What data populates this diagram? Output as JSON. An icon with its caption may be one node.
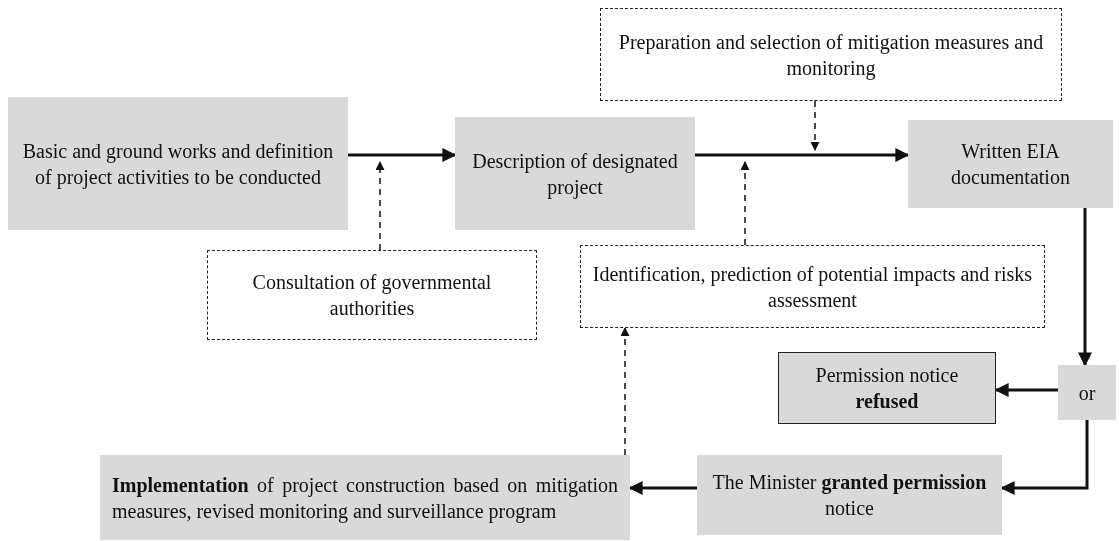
{
  "diagram": {
    "nodes": [
      {
        "text": [
          "Basic and ground works and definition of project activities to be conducted"
        ]
      },
      {
        "text": [
          "Description of designated project"
        ]
      },
      {
        "text": [
          "Preparation and selection of mitigation measures and monitoring"
        ]
      },
      {
        "text": [
          "Written EIA documentation"
        ]
      },
      {
        "text": [
          "Consultation of governmental authorities"
        ]
      },
      {
        "text": [
          "Identification, prediction of potential impacts and risks assessment"
        ]
      },
      {
        "text": [
          "or"
        ]
      },
      {
        "text": [
          "Permission notice **refused**"
        ]
      },
      {
        "text": [
          "The Minister **granted permission** notice"
        ]
      },
      {
        "text": [
          "**Implementation** of project construction based on mitigation measures, revised monitoring and surveillance program"
        ]
      }
    ],
    "edges": [
      {
        "from": 0,
        "to": 1,
        "arrow": "to"
      },
      {
        "from": 4,
        "to": null,
        "arrow": "to",
        "style": "dashed"
      },
      {
        "from": 1,
        "to": 3,
        "arrow": "to"
      },
      {
        "from": 2,
        "to": null,
        "arrow": "to",
        "style": "dashed"
      },
      {
        "from": 5,
        "to": null,
        "arrow": "to",
        "style": "dashed"
      },
      {
        "from": 3,
        "to": 6,
        "arrow": "to"
      },
      {
        "from": 6,
        "to": 7,
        "arrow": "to"
      },
      {
        "from": 6,
        "to": 8,
        "arrow": "to"
      },
      {
        "from": 8,
        "to": 9,
        "arrow": "to"
      },
      {
        "from": 9,
        "to": 5,
        "arrow": "to",
        "style": "dashed"
      }
    ]
  }
}
